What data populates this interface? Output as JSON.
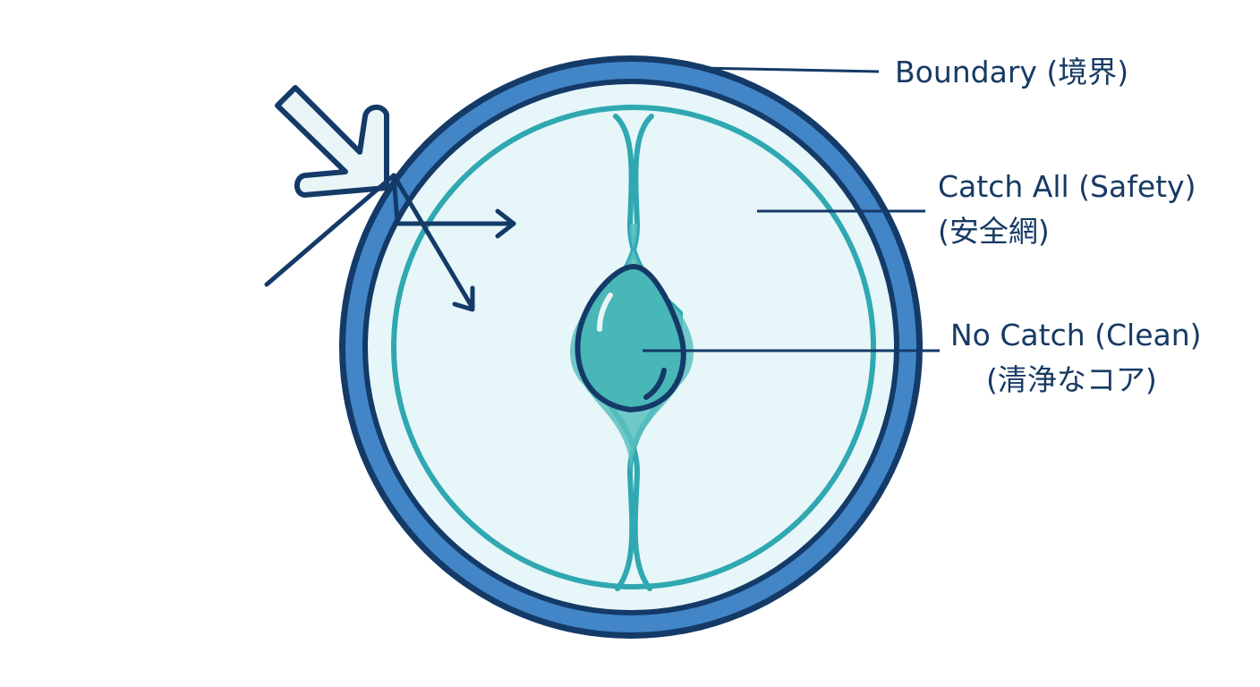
{
  "labels": {
    "boundary": "Boundary (境界)",
    "catch_all_line1": "Catch All (Safety)",
    "catch_all_line2": "(安全網)",
    "no_catch_line1": "No Catch (Clean)",
    "no_catch_line2": "(清浄なコア)"
  },
  "icons": {
    "incoming": "incoming-arrow-icon",
    "deflect": "deflected-arrow-icon",
    "drop": "water-drop-icon"
  },
  "colors": {
    "outer_ring": "#4286c8",
    "outline": "#143a68",
    "interior": "#e7f6f8",
    "teal": "#2fa8b2",
    "core_fill": "#5cc0c0",
    "text": "#173a63",
    "arrow_highlight": "#eaf5f8"
  }
}
